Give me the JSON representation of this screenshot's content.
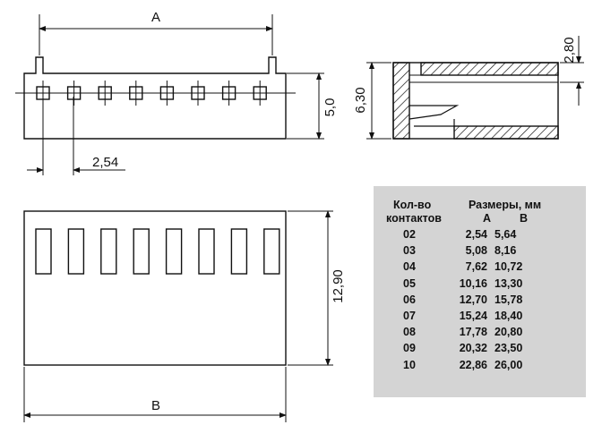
{
  "dimensions": {
    "a_label": "A",
    "b_label": "B",
    "height_5": "5,0",
    "pitch": "2,54",
    "side_height": "6,30",
    "side_top": "2,80",
    "bottom_height": "12,90"
  },
  "table": {
    "header_count_line1": "Кол-во",
    "header_count_line2": "контактов",
    "header_size": "Размеры, мм",
    "header_a": "A",
    "header_b": "B",
    "rows": [
      {
        "count": "02",
        "a": "2,54",
        "b": "5,64"
      },
      {
        "count": "03",
        "a": "5,08",
        "b": "8,16"
      },
      {
        "count": "04",
        "a": "7,62",
        "b": "10,72"
      },
      {
        "count": "05",
        "a": "10,16",
        "b": "13,30"
      },
      {
        "count": "06",
        "a": "12,70",
        "b": "15,78"
      },
      {
        "count": "07",
        "a": "15,24",
        "b": "18,40"
      },
      {
        "count": "08",
        "a": "17,78",
        "b": "20,80"
      },
      {
        "count": "09",
        "a": "20,32",
        "b": "23,50"
      },
      {
        "count": "10",
        "a": "22,86",
        "b": "26,00"
      }
    ]
  },
  "colors": {
    "line": "#111111",
    "table_bg": "#d4d4d4"
  }
}
